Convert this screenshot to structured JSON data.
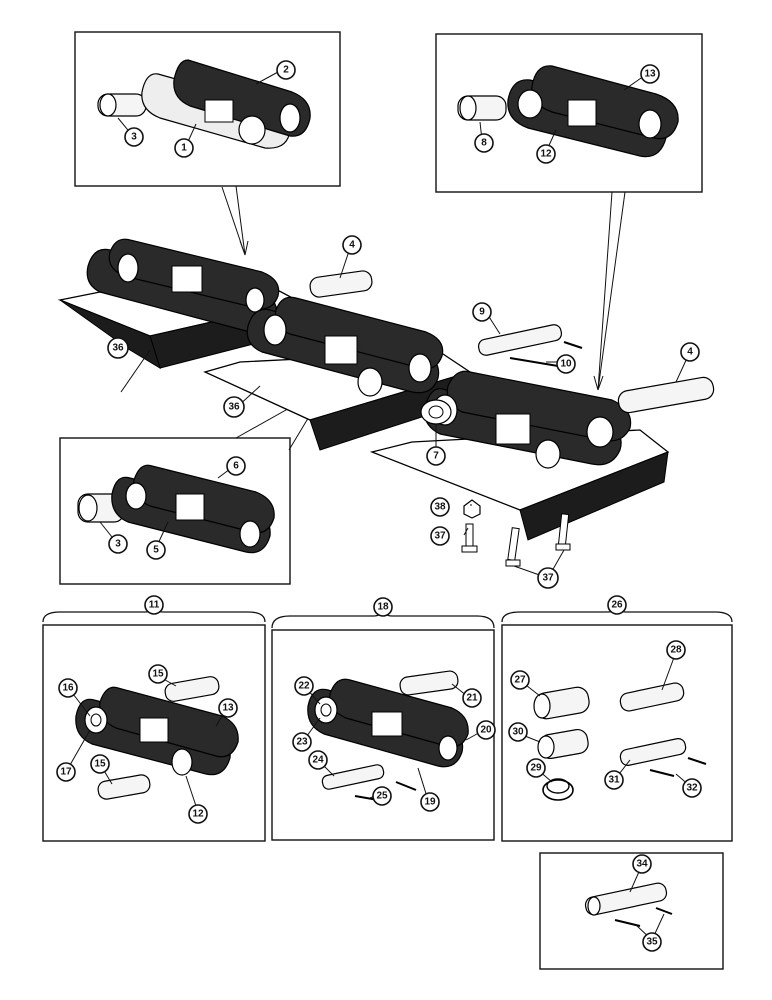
{
  "figure": {
    "callouts": [
      "1",
      "2",
      "3",
      "3",
      "4",
      "4",
      "5",
      "6",
      "7",
      "8",
      "9",
      "10",
      "11",
      "12",
      "12",
      "13",
      "13",
      "15",
      "15",
      "16",
      "17",
      "18",
      "19",
      "20",
      "21",
      "22",
      "23",
      "24",
      "25",
      "26",
      "27",
      "28",
      "29",
      "30",
      "31",
      "32",
      "34",
      "35",
      "36",
      "36",
      "37",
      "37",
      "38"
    ]
  }
}
